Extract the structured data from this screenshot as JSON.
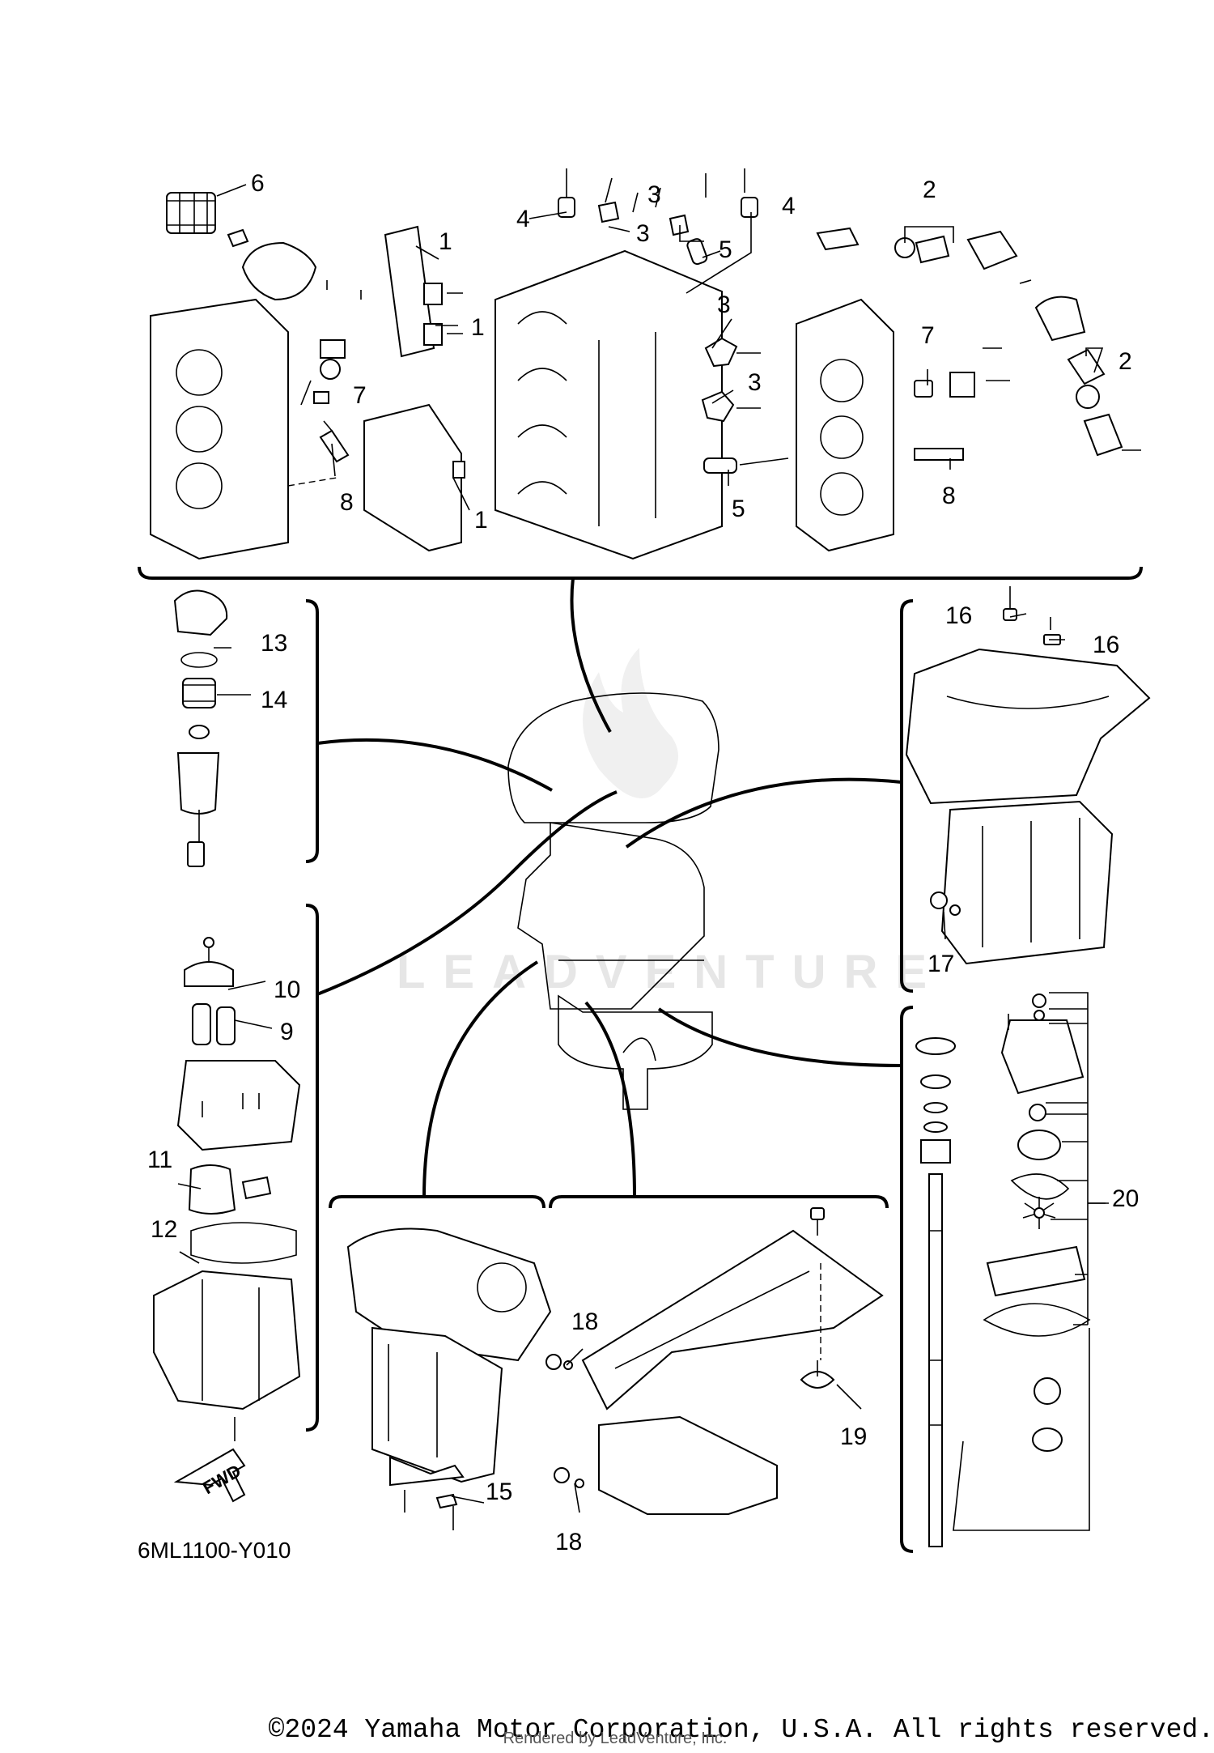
{
  "callouts": {
    "c1a": "1",
    "c1b": "1",
    "c1c": "1",
    "c2a": "2",
    "c2b": "2",
    "c3a": "3",
    "c3b": "3",
    "c3c": "3",
    "c3d": "3",
    "c4a": "4",
    "c4b": "4",
    "c5a": "5",
    "c5b": "5",
    "c6": "6",
    "c7a": "7",
    "c7b": "7",
    "c8a": "8",
    "c8b": "8",
    "c9": "9",
    "c10": "10",
    "c11": "11",
    "c12": "12",
    "c13": "13",
    "c14": "14",
    "c15": "15",
    "c16a": "16",
    "c16b": "16",
    "c17": "17",
    "c18a": "18",
    "c18b": "18",
    "c19": "19",
    "c20": "20"
  },
  "diagram_code": "6ML1100-Y010",
  "fwd_label": "FWD",
  "watermark": "LEADVENTURE",
  "copyright": "©2024 Yamaha Motor Corporation, U.S.A. All rights reserved.",
  "rendered_by": "Rendered by LeadVenture, Inc."
}
